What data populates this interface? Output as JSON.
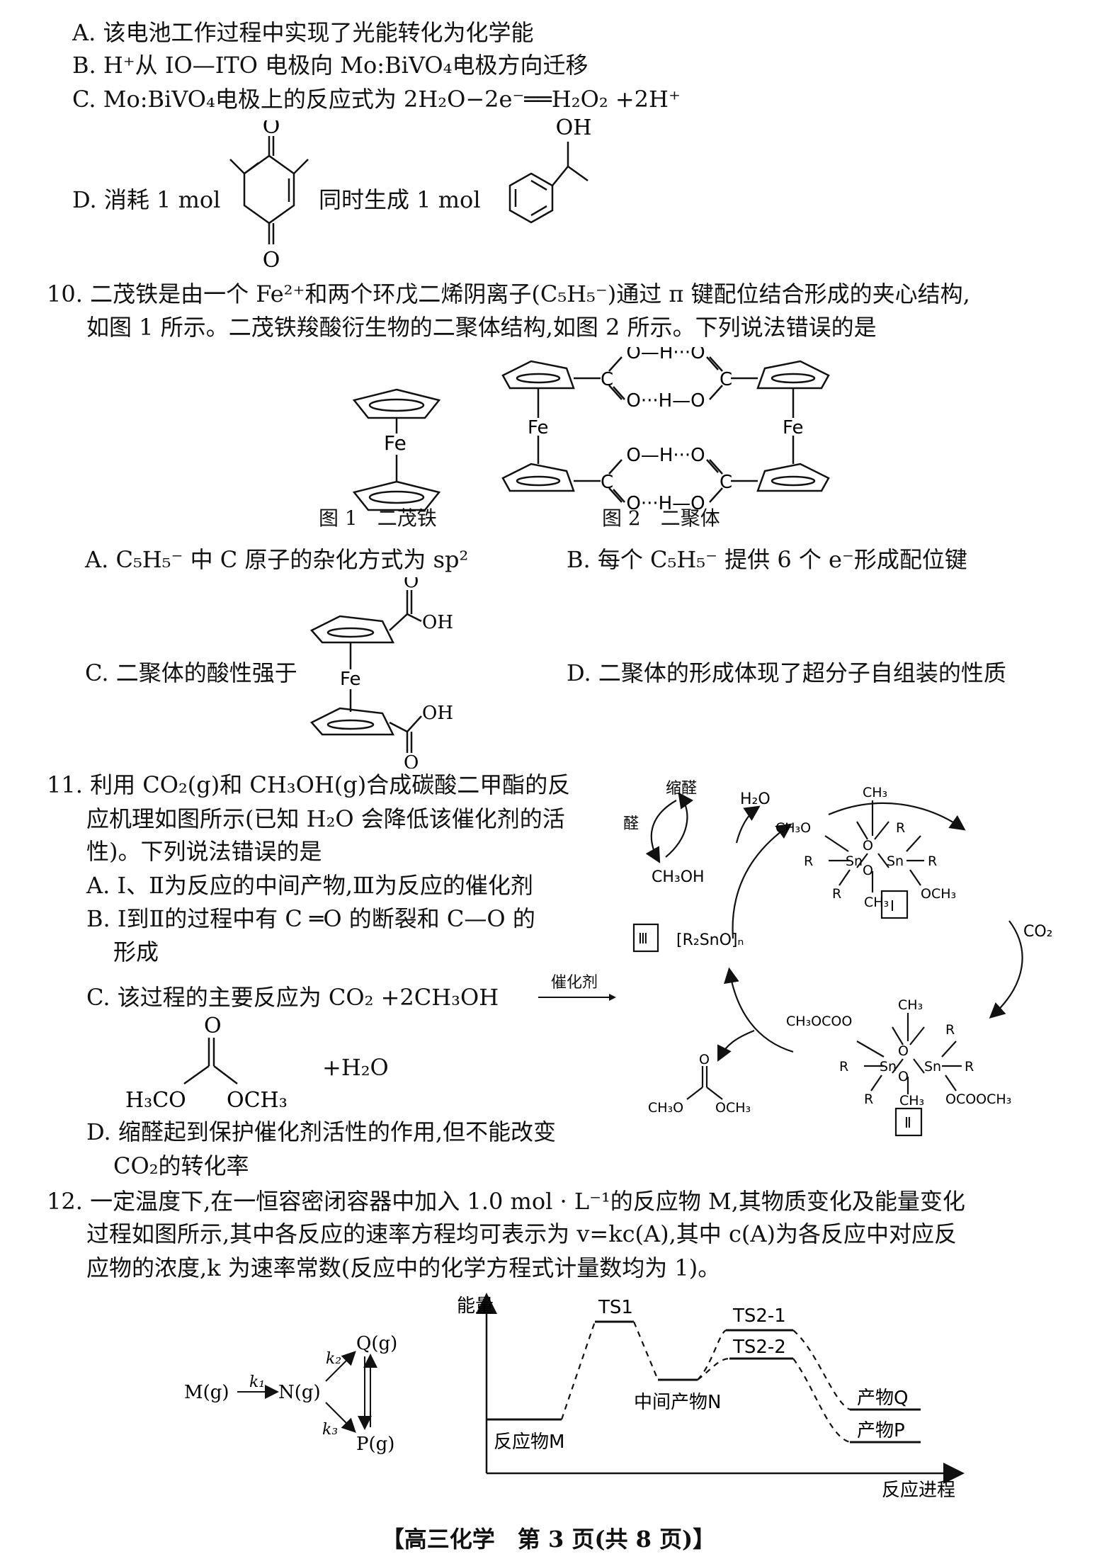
{
  "q9": {
    "a": "A. 该电池工作过程中实现了光能转化为化学能",
    "b": "B. H⁺从 IO—ITO 电极向 Mo:BiVO₄电极方向迁移",
    "c": "C. Mo:BiVO₄电极上的反应式为 2H₂O−2e⁻══H₂O₂ +2H⁺",
    "d_prefix": "D. 消耗 1 mol",
    "d_mid": "同时生成 1 mol",
    "o_label": "O",
    "oh_label": "OH"
  },
  "q10": {
    "stem1": "10. 二茂铁是由一个 Fe²⁺和两个环戊二烯阴离子(C₅H₅⁻)通过 π 键配位结合形成的夹心结构,",
    "stem2": "如图 1 所示。二茂铁羧酸衍生物的二聚体结构,如图 2 所示。下列说法错误的是",
    "fe": "Fe",
    "fig1": "图 1　二茂铁",
    "fig2": "图 2　二聚体",
    "dimer_top": "O—H···O",
    "dimer_bot": "O···H—O",
    "c_atom": "C",
    "a": "A. C₅H₅⁻ 中 C 原子的杂化方式为 sp²",
    "b": "B. 每个 C₅H₅⁻ 提供 6 个 e⁻形成配位键",
    "c": "C. 二聚体的酸性强于",
    "d": "D. 二聚体的形成体现了超分子自组装的性质",
    "o": "O",
    "oh": "OH"
  },
  "q11": {
    "l1": "11. 利用 CO₂(g)和 CH₃OH(g)合成碳酸二甲酯的反",
    "l2": "应机理如图所示(已知 H₂O 会降低该催化剂的活",
    "l3": "性)。下列说法错误的是",
    "a": "A. Ⅰ、Ⅱ为反应的中间产物,Ⅲ为反应的催化剂",
    "b1": "B. Ⅰ到Ⅱ的过程中有 C ═O 的断裂和 C—O 的",
    "b2": "形成",
    "c": "C. 该过程的主要反应为 CO₂ +2CH₃OH",
    "catalyst": "催化剂",
    "plus_h2o": "+H₂O",
    "h3co": "H₃CO",
    "och3": "OCH₃",
    "o": "O",
    "d1": "D. 缩醛起到保护催化剂活性的作用,但不能改变",
    "d2": "CO₂的转化率",
    "mech": {
      "acetal": "缩醛",
      "aldehyde": "醛",
      "h2o": "H₂O",
      "ch3oh": "CH₃OH",
      "iii": "Ⅲ",
      "r2sno": "[R₂SnO]ₙ",
      "i": "Ⅰ",
      "ii": "Ⅱ",
      "co2": "CO₂",
      "ch3": "CH₃",
      "ch3o": "CH₃O",
      "och3": "OCH₃",
      "r": "R",
      "sn": "Sn",
      "o": "O",
      "ch3ocoo": "CH₃OCOO",
      "ocooch3": "OCOOCH₃",
      "ch3o_left": "CH₃O",
      "och3_right": "OCH₃"
    }
  },
  "q12": {
    "l1": "12. 一定温度下,在一恒容密闭容器中加入 1.0 mol · L⁻¹的反应物 M,其物质变化及能量变化",
    "l2": "过程如图所示,其中各反应的速率方程均可表示为 v=kc(A),其中 c(A)为各反应中对应反",
    "l3": "应物的浓度,k 为速率常数(反应中的化学方程式计量数均为 1)。",
    "scheme": {
      "m": "M(g)",
      "n": "N(g)",
      "q": "Q(g)",
      "p": "P(g)",
      "k1": "k₁",
      "k2": "k₂",
      "k3": "k₃"
    },
    "diagram": {
      "y_axis": "能量",
      "x_axis": "反应进程",
      "reactant": "反应物M",
      "ts1": "TS1",
      "intermediate": "中间产物N",
      "ts21": "TS2-1",
      "ts22": "TS2-2",
      "product_q": "产物Q",
      "product_p": "产物P"
    }
  },
  "footer": "【高三化学　第 3 页(共 8 页)】"
}
